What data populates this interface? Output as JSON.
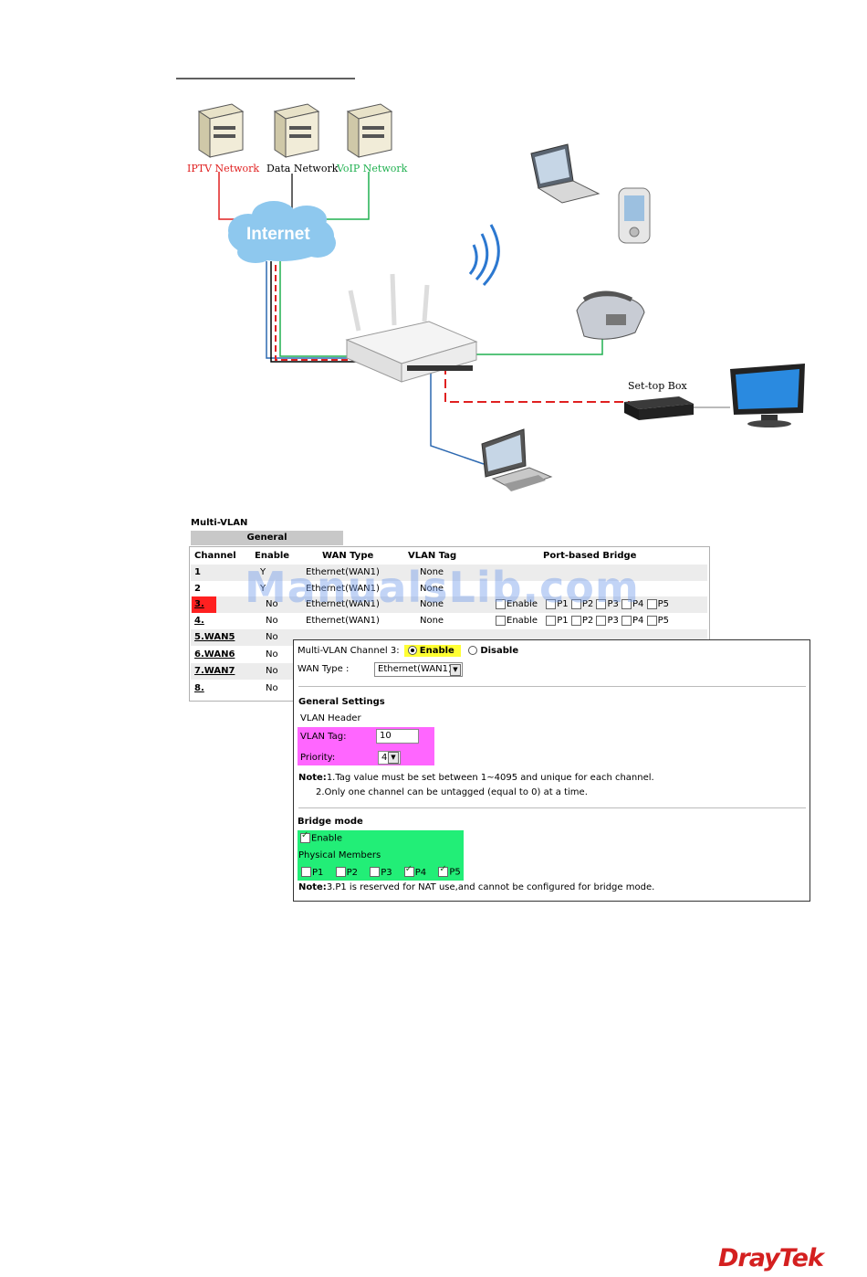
{
  "diagram": {
    "servers": [
      {
        "label": "IPTV Network",
        "color": "#e02020"
      },
      {
        "label": "Data Network",
        "color": "#000000"
      },
      {
        "label": "VoIP Network",
        "color": "#20b050"
      }
    ],
    "cloud_label": "Internet",
    "settop_label": "Set-top Box",
    "icons": [
      "server-icon",
      "laptop-icon",
      "pda-icon",
      "wifi-signal-icon",
      "router-icon",
      "phone-icon",
      "settop-box-icon",
      "monitor-icon",
      "desktop-pc-icon"
    ]
  },
  "multi_vlan": {
    "title": "Multi-VLAN",
    "tab": "General",
    "headers": [
      "Channel",
      "Enable",
      "WAN Type",
      "VLAN Tag",
      "Port-based Bridge"
    ],
    "rows": [
      {
        "channel": "1",
        "enable": "Y",
        "wan": "Ethernet(WAN1)",
        "tag": "None",
        "bridge": false
      },
      {
        "channel": "2",
        "enable": "Y",
        "wan": "Ethernet(WAN1)",
        "tag": "None",
        "bridge": false
      },
      {
        "channel": "3.",
        "enable": "No",
        "wan": "Ethernet(WAN1)",
        "tag": "None",
        "bridge": true
      },
      {
        "channel": "4.",
        "enable": "No",
        "wan": "Ethernet(WAN1)",
        "tag": "None",
        "bridge": true
      },
      {
        "channel": "5.WAN5",
        "enable": "No",
        "wan": "",
        "tag": "",
        "bridge": false
      },
      {
        "channel": "6.WAN6",
        "enable": "No",
        "wan": "",
        "tag": "",
        "bridge": false
      },
      {
        "channel": "7.WAN7",
        "enable": "No",
        "wan": "",
        "tag": "",
        "bridge": false
      },
      {
        "channel": "8.",
        "enable": "No",
        "wan": "",
        "tag": "",
        "bridge": false
      }
    ],
    "bridge_labels": [
      "Enable",
      "P1",
      "P2",
      "P3",
      "P4",
      "P5"
    ],
    "highlight_color": "#ff2020"
  },
  "panel": {
    "channel_label": "Multi-VLAN Channel 3:",
    "enable_label": "Enable",
    "disable_label": "Disable",
    "wan_type_label": "WAN Type :",
    "wan_type_value": "Ethernet(WAN1)",
    "general_settings": "General Settings",
    "vlan_header": "VLAN Header",
    "vlan_tag_label": "VLAN Tag:",
    "vlan_tag_value": "10",
    "priority_label": "Priority:",
    "priority_value": "4",
    "note1_prefix": "Note:",
    "note1": "1.Tag value must be set between 1~4095 and unique for each channel.",
    "note2": "2.Only one channel can be untagged (equal to 0) at a time.",
    "bridge_mode": "Bridge mode",
    "bridge_enable": "Enable",
    "physical_members": "Physical Members",
    "members": [
      {
        "label": "P1",
        "checked": false
      },
      {
        "label": "P2",
        "checked": false
      },
      {
        "label": "P3",
        "checked": false
      },
      {
        "label": "P4",
        "checked": true
      },
      {
        "label": "P5",
        "checked": true
      }
    ],
    "note3_prefix": "Note:",
    "note3": "3.P1 is reserved for NAT use,and cannot be configured for bridge mode."
  },
  "watermark": "ManualsLib.com",
  "logo": "DrayTek"
}
